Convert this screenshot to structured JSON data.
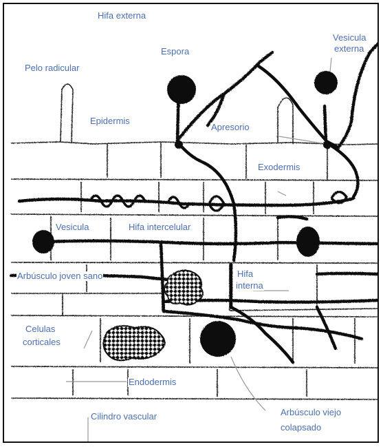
{
  "colors": {
    "label": "#4a6fb5",
    "ink": "#111111",
    "leader": "#999999"
  },
  "labels": {
    "hifa_externa": "Hifa externa",
    "espora": "Espora",
    "vesicula_externa_1": "Vesicula",
    "vesicula_externa_2": "externa",
    "pelo_radicular": "Pelo radicular",
    "epidermis": "Epidermis",
    "apresorio": "Apresorio",
    "exodermis": "Exodermis",
    "vesicula": "Vesicula",
    "hifa_intercelular": "Hifa intercelular",
    "arbusculo_joven_sano": "Arbúsculo joven sano",
    "hifa_interna_1": "Hifa",
    "hifa_interna_2": "interna",
    "celulas_corticales_1": "Celulas",
    "celulas_corticales_2": "corticales",
    "endodermis": "Endodermis",
    "arbusculo_viejo_1": "Arbúsculo viejo",
    "arbusculo_viejo_2": "colapsado",
    "cilindro_vascular": "Cilindro vascular"
  }
}
